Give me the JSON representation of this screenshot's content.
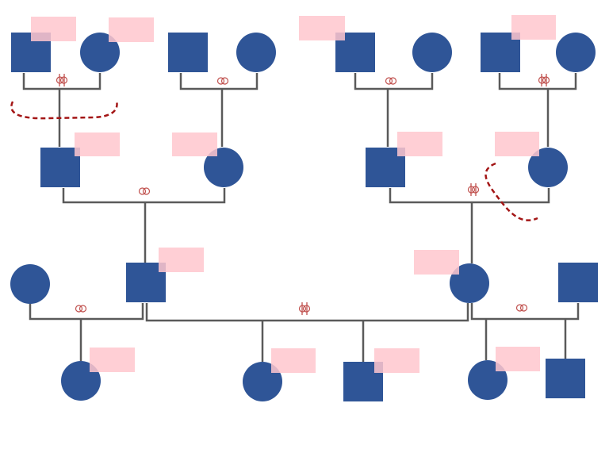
{
  "colors": {
    "background": "#ffffff",
    "line": "#5a5a5a",
    "node_fill": "#2f5597",
    "label_fill": "#ffc7ce",
    "label_opacity": 0.85,
    "marriage_symbol": "#c0504d",
    "annotation_curve": "#a31515"
  },
  "node_types": [
    "male-square",
    "female-circle"
  ],
  "generations": [
    {
      "level": 1,
      "members": [
        "male",
        "female",
        "male",
        "female",
        "male",
        "female",
        "male",
        "female"
      ]
    },
    {
      "level": 2,
      "members": [
        "male",
        "female",
        "male",
        "female"
      ]
    },
    {
      "level": 3,
      "members": [
        "female",
        "male",
        "female",
        "male"
      ]
    },
    {
      "level": 4,
      "members": [
        "female",
        "female",
        "male",
        "female",
        "male"
      ]
    }
  ],
  "marriage_symbol_types": [
    "rings",
    "rings-divorced"
  ],
  "label_box_text": "",
  "annotations": [
    "dashed-curve-1",
    "dashed-curve-2"
  ]
}
